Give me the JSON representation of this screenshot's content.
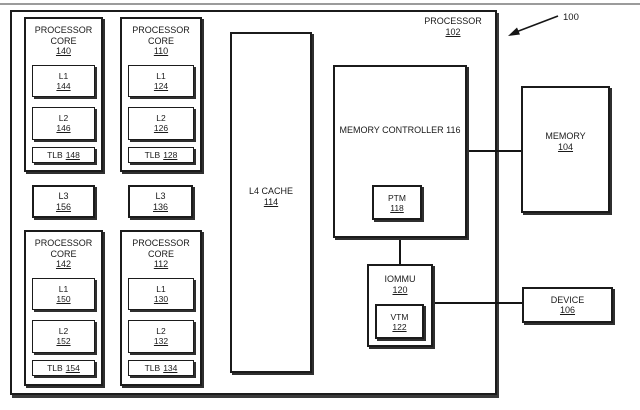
{
  "figure": {
    "ref_label": "100",
    "background_color": "#ffffff",
    "line_color": "#1a1a1a"
  },
  "processor": {
    "label": "PROCESSOR",
    "ref": "102"
  },
  "cores": [
    {
      "title1": "PROCESSOR",
      "title2": "CORE",
      "ref": "140",
      "l1_label": "L1",
      "l1_ref": "144",
      "l2_label": "L2",
      "l2_ref": "146",
      "tlb_label": "TLB",
      "tlb_ref": "148"
    },
    {
      "title1": "PROCESSOR",
      "title2": "CORE",
      "ref": "110",
      "l1_label": "L1",
      "l1_ref": "124",
      "l2_label": "L2",
      "l2_ref": "126",
      "tlb_label": "TLB",
      "tlb_ref": "128"
    },
    {
      "title1": "PROCESSOR",
      "title2": "CORE",
      "ref": "142",
      "l1_label": "L1",
      "l1_ref": "150",
      "l2_label": "L2",
      "l2_ref": "152",
      "tlb_label": "TLB",
      "tlb_ref": "154"
    },
    {
      "title1": "PROCESSOR",
      "title2": "CORE",
      "ref": "112",
      "l1_label": "L1",
      "l1_ref": "130",
      "l2_label": "L2",
      "l2_ref": "132",
      "tlb_label": "TLB",
      "tlb_ref": "134"
    }
  ],
  "l3_caches": [
    {
      "label": "L3",
      "ref": "156"
    },
    {
      "label": "L3",
      "ref": "136"
    }
  ],
  "l4_cache": {
    "label": "L4 CACHE",
    "ref": "114"
  },
  "memory_controller": {
    "label": "MEMORY CONTROLLER",
    "ref": "116"
  },
  "ptm": {
    "label": "PTM",
    "ref": "118"
  },
  "iommu": {
    "label": "IOMMU",
    "ref": "120"
  },
  "vtm": {
    "label": "VTM",
    "ref": "122"
  },
  "memory": {
    "label": "MEMORY",
    "ref": "104"
  },
  "device": {
    "label": "DEVICE",
    "ref": "106"
  }
}
